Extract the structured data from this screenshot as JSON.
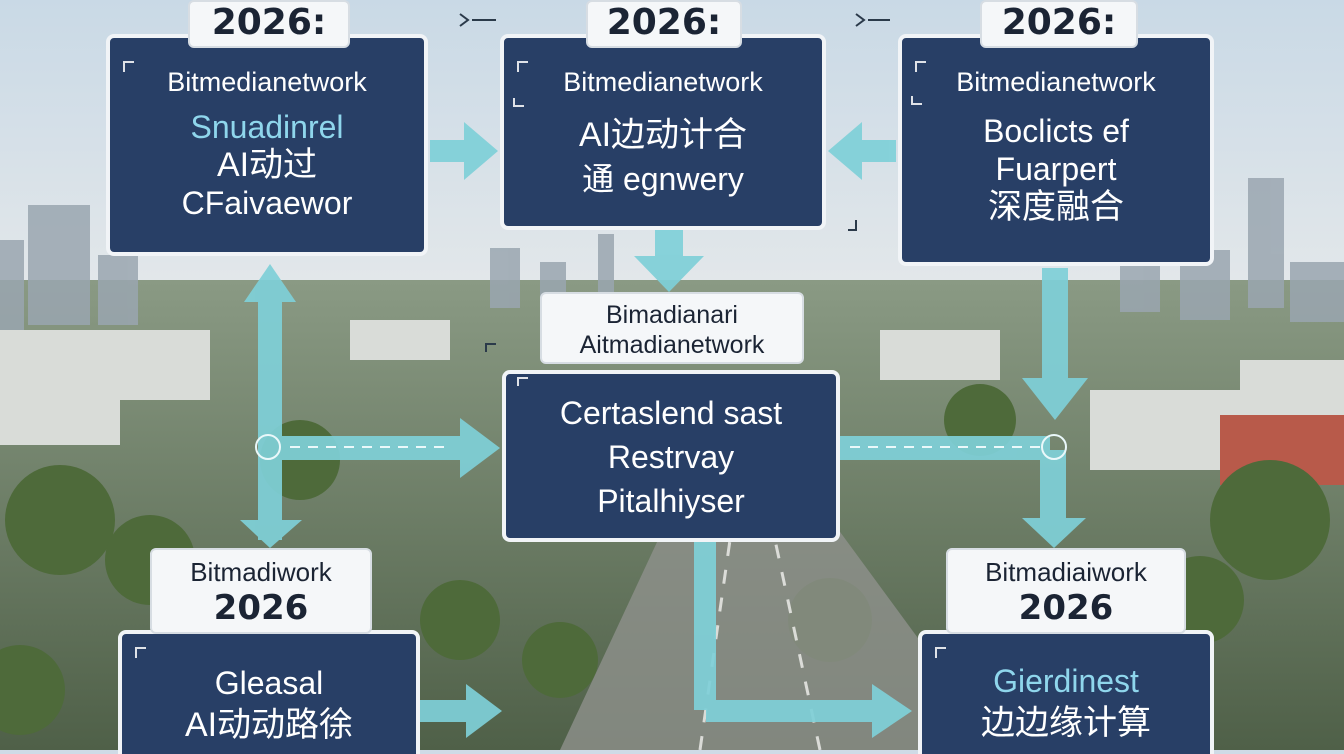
{
  "top_boxes": [
    {
      "year_label": "2026:",
      "brand": "Bitmedianetwork",
      "lines": [
        "Snuadinrel",
        "AI动过",
        "CFaivaewor"
      ]
    },
    {
      "year_label": "2026:",
      "brand": "Bitmedianetwork",
      "lines": [
        "AI边动计合",
        "通 egnwery"
      ]
    },
    {
      "year_label": "2026:",
      "brand": "Bitmedianetwork",
      "lines": [
        "Boclicts ef",
        "Fuarpert",
        "深度融合"
      ]
    }
  ],
  "center_box": {
    "tag_lines": [
      "Bimadianari",
      "Aitmadianetwork"
    ],
    "lines": [
      "Certaslend sast",
      "Restrvay",
      "Pitalhiyser"
    ]
  },
  "bottom_left_box": {
    "tag_lines": [
      "Bitmadiwork",
      "2026"
    ],
    "lines": [
      "Gleasal",
      "AI动动路徐"
    ]
  },
  "bottom_right_box": {
    "tag_lines": [
      "Bitmadiaiwork",
      "2026"
    ],
    "lines": [
      "Gierdinest",
      "边边缘计算"
    ]
  },
  "colors": {
    "panel": "#283f66",
    "arrow": "#7fd0d8",
    "accent_text": "#8fd6ec",
    "tag_bg": "#f5f7f9"
  }
}
